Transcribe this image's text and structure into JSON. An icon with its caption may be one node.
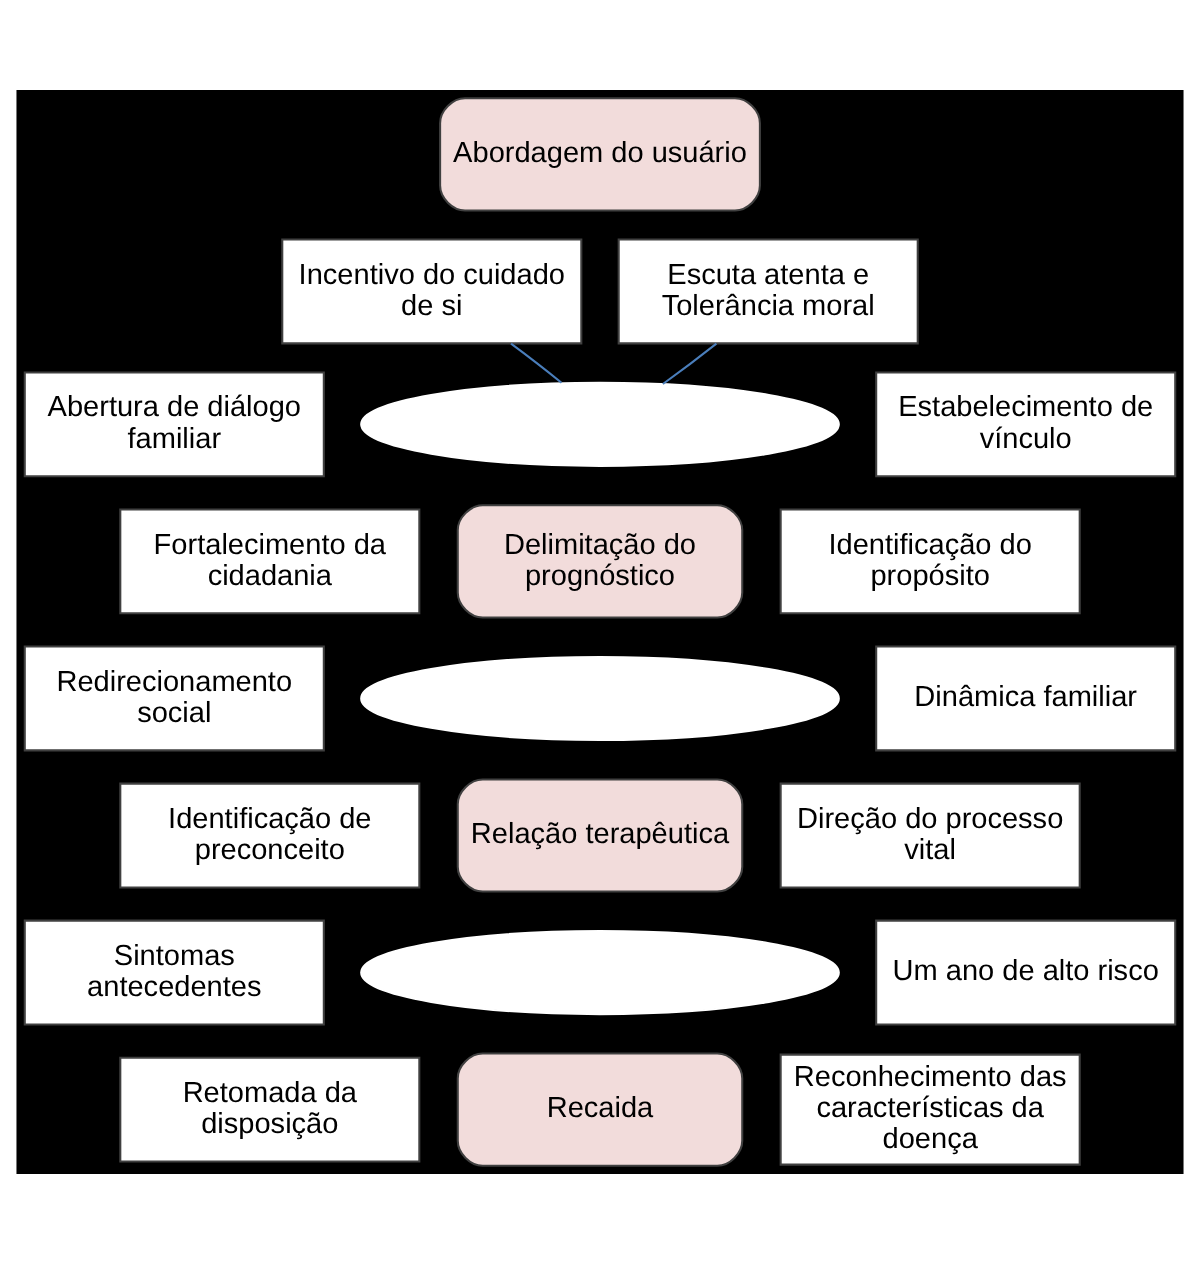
{
  "diagram": {
    "nodes": [
      {
        "text": [
          "Abordagem do usuário"
        ]
      },
      {
        "text": [
          "Incentivo do cuidado de si"
        ]
      },
      {
        "text": [
          "Escuta atenta e Tolerância moral"
        ]
      },
      {
        "text": [],
        "shape": "ellipse"
      },
      {
        "text": [
          "Abertura de diálogo familiar"
        ]
      },
      {
        "text": [
          "Delimitação do prognóstico"
        ]
      },
      {
        "text": [
          "Estabelecimento de vínculo"
        ]
      },
      {
        "text": [
          "Fortalecimento da cidadania"
        ]
      },
      {
        "text": [
          "Identificação do propósito"
        ]
      },
      {
        "text": [],
        "shape": "ellipse"
      },
      {
        "text": [
          "Redirecionamento social"
        ]
      },
      {
        "text": [
          "Relação terapêutica"
        ]
      },
      {
        "text": [
          "Dinâmica familiar"
        ]
      },
      {
        "text": [
          "Identificação de preconceito"
        ]
      },
      {
        "text": [
          "Direção do processo vital"
        ]
      },
      {
        "text": [],
        "shape": "ellipse"
      },
      {
        "text": [
          "Sintomas antecedentes"
        ]
      },
      {
        "text": [
          "Recaida"
        ]
      },
      {
        "text": [
          "Um ano de alto risco"
        ]
      },
      {
        "text": [
          "Retomada da disposição"
        ]
      },
      {
        "text": [
          "Reconhecimento das características da doença"
        ]
      }
    ],
    "edges": [
      {
        "from": 1,
        "to": 3,
        "arrow": "none"
      },
      {
        "from": 2,
        "to": 3,
        "arrow": "none"
      }
    ]
  }
}
